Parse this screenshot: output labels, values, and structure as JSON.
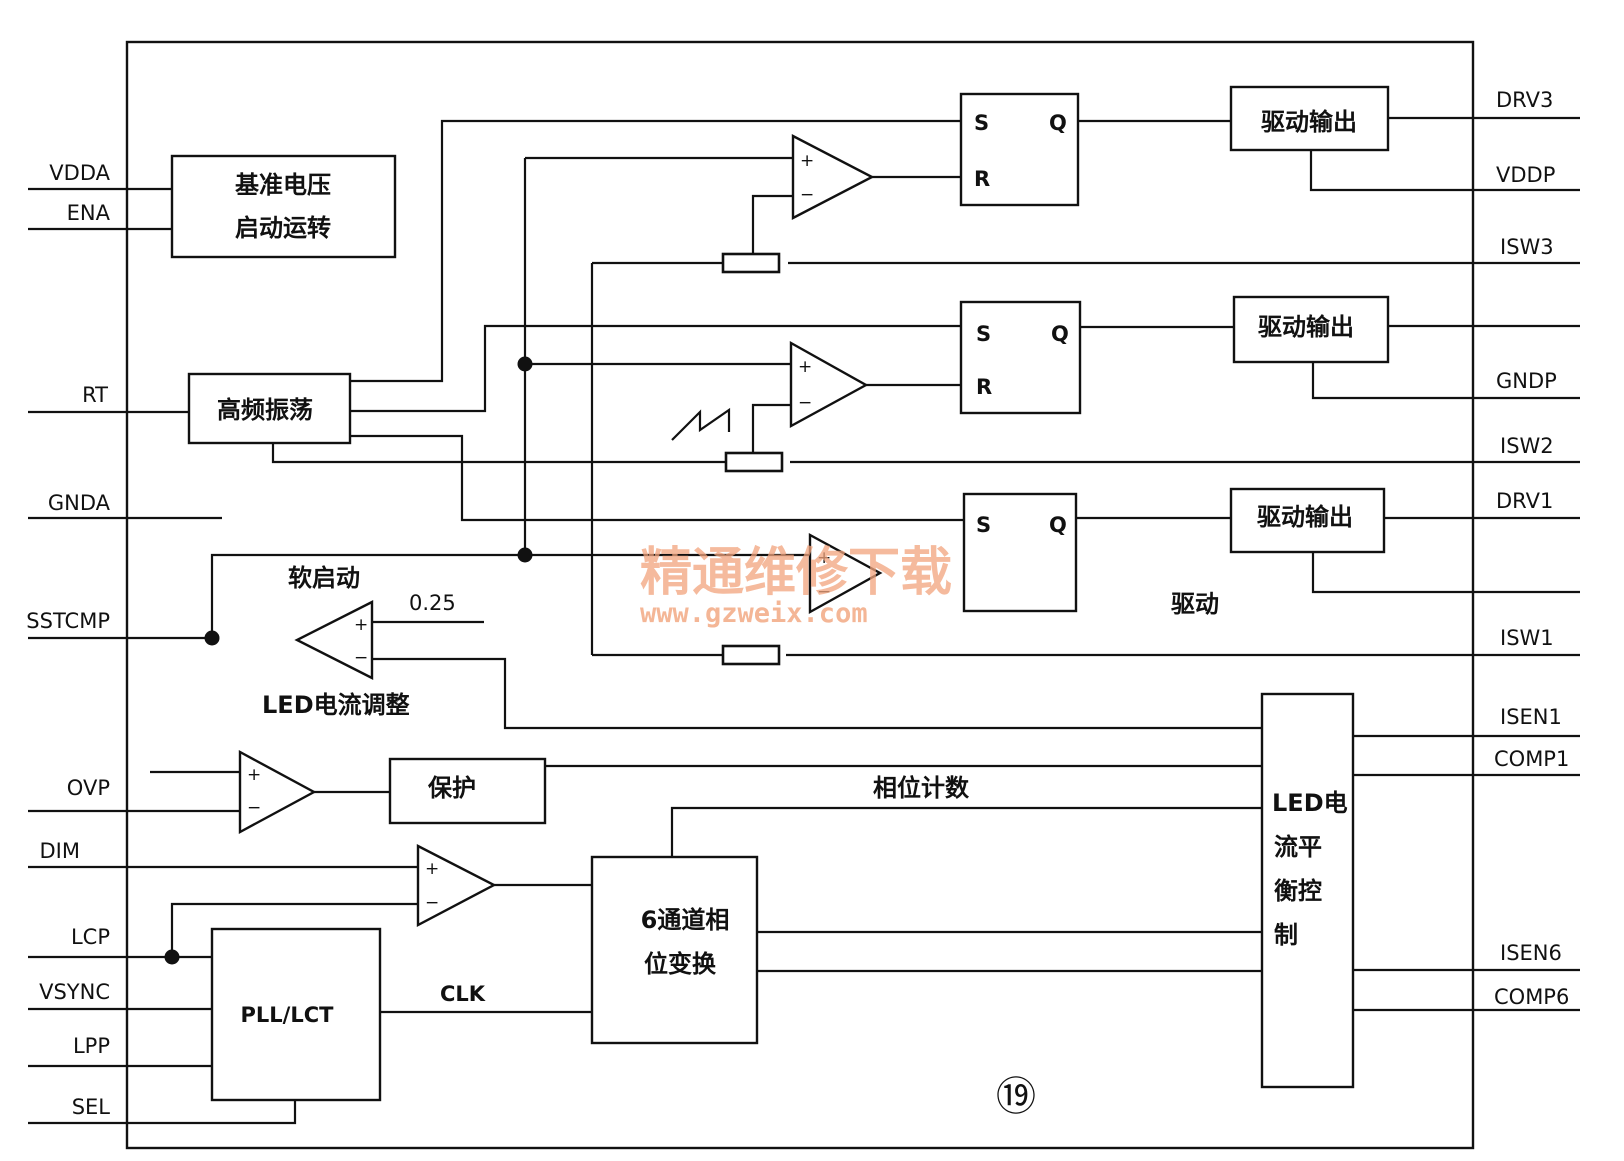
{
  "pins_left": {
    "vdda": "VDDA",
    "ena": "ENA",
    "rt": "RT",
    "gnda": "GNDA",
    "sstcmp": "SSTCMP",
    "ovp": "OVP",
    "dim": "DIM",
    "lcp": "LCP",
    "vsync": "VSYNC",
    "lpp": "LPP",
    "sel": "SEL"
  },
  "pins_right": {
    "drv3": "DRV3",
    "vddp": "VDDP",
    "isw3": "ISW3",
    "gndp": "GNDP",
    "isw2": "ISW2",
    "drv1": "DRV1",
    "isw1": "ISW1",
    "isen1": "ISEN1",
    "comp1": "COMP1",
    "isen6": "ISEN6",
    "comp6": "COMP6"
  },
  "blocks": {
    "ref_line1": "基准电压",
    "ref_line2": "启动运转",
    "osc": "高频振荡",
    "drive_out": "驱动输出",
    "protect": "保护",
    "pll": "PLL/LCT",
    "phase_line1": "6通道相",
    "phase_line2": "位变换",
    "balance_line1": "LED电",
    "balance_line2": "流平",
    "balance_line3": "衡控",
    "balance_line4": "制"
  },
  "latch": {
    "s": "S",
    "r": "R",
    "q": "Q"
  },
  "labels": {
    "soft_start": "软启动",
    "vref": "0.25",
    "led_adjust": "LED电流调整",
    "phase_count": "相位计数",
    "clk": "CLK",
    "drive": "驱动",
    "figure_number": "⑲"
  },
  "watermark": {
    "cn": "精通维修下载",
    "url": "www.gzweix.com"
  }
}
